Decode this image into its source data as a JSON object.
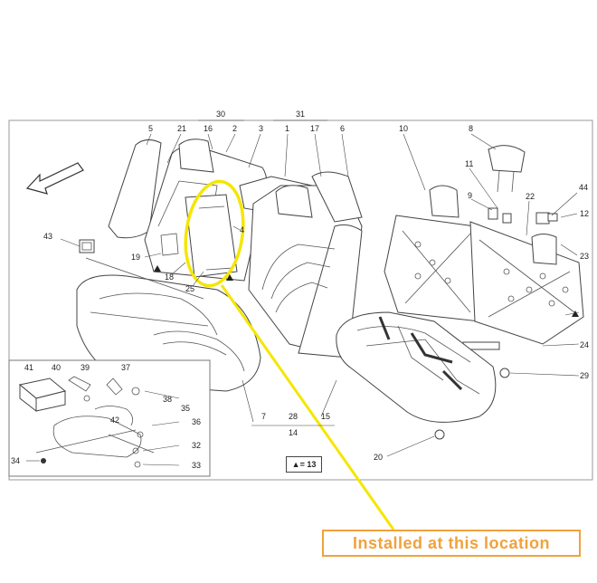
{
  "callout": {
    "text": "Installed at this location"
  },
  "legend": {
    "text": "▲= 13"
  },
  "labels": [
    "30",
    "31",
    "5",
    "21",
    "16",
    "2",
    "3",
    "1",
    "17",
    "6",
    "10",
    "8",
    "11",
    "9",
    "22",
    "44",
    "12",
    "23",
    "43",
    "19",
    "18",
    "25",
    "4",
    "24",
    "29",
    "41",
    "40",
    "39",
    "37",
    "38",
    "42",
    "35",
    "36",
    "34",
    "32",
    "33",
    "7",
    "28",
    "15",
    "14",
    "20"
  ],
  "colors": {
    "highlight": "#f5e600",
    "callout": "#f0a23b",
    "line": "#444444"
  }
}
